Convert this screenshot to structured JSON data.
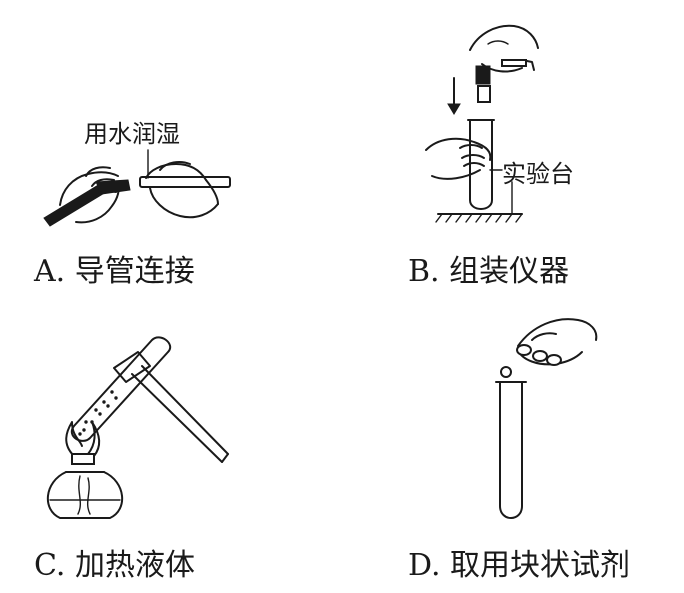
{
  "panels": {
    "a": {
      "caption": "A. 导管连接",
      "note": "用水润湿"
    },
    "b": {
      "caption": "B. 组装仪器",
      "note": "实验台"
    },
    "c": {
      "caption": "C. 加热液体"
    },
    "d": {
      "caption": "D. 取用块状试剂"
    }
  },
  "colors": {
    "ink": "#1a1a1a",
    "background": "#ffffff"
  }
}
